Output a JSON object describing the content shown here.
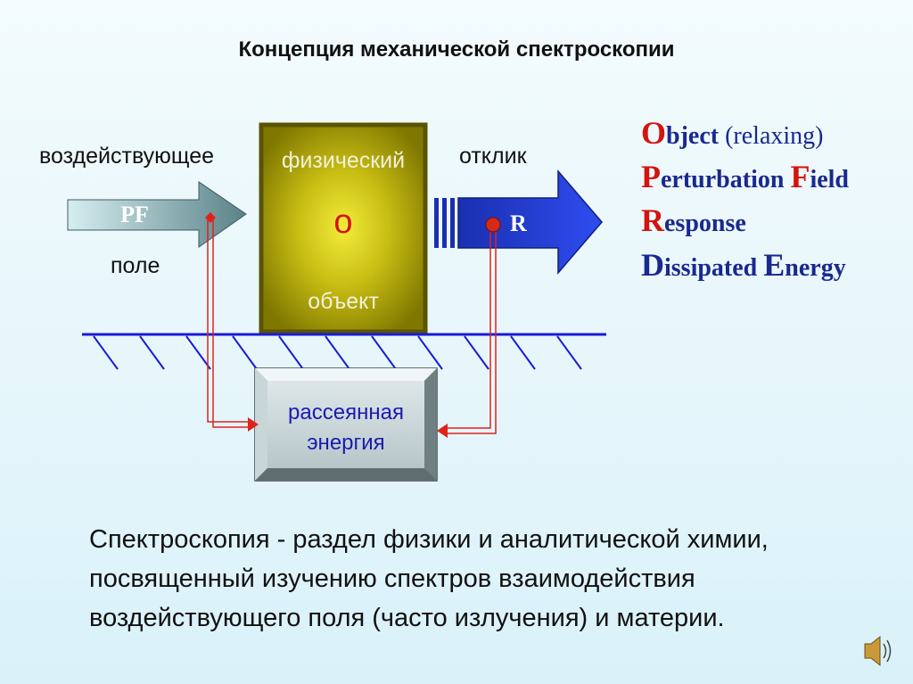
{
  "title": "Концепция механической спектроскопии",
  "diagram": {
    "left_label_top": "воздействующее",
    "left_label_bottom": "поле",
    "input_arrow_label": "PF",
    "object_top": "физический",
    "object_symbol": "o",
    "object_bottom": "объект",
    "response_label": "отклик",
    "output_arrow_label": "R",
    "dissipated_line1": "рассеянная",
    "dissipated_line2": "энергия"
  },
  "legend": [
    {
      "initial": "O",
      "rest": "bject",
      "note": " (relaxing)"
    },
    {
      "initial": "P",
      "rest": "erturbation ",
      "initial2": "F",
      "rest2": "ield"
    },
    {
      "initial": "R",
      "rest": "esponse"
    },
    {
      "initial": "D",
      "rest": "issipated ",
      "initial2": "E",
      "rest2": "nergy"
    }
  ],
  "description": [
    "Спектроскопия - раздел физики и аналитической химии,",
    "посвященный изучению спектров взаимодействия",
    "воздействующего поля (часто излучения)  и материи."
  ],
  "colors": {
    "object_fill": "#9a9000",
    "output_arrow": "#1230c8",
    "input_arrow": "#6e9aa0",
    "signal_line": "#e0231a",
    "ground_line": "#1a1ad8"
  },
  "speaker_icon": "speaker-icon"
}
